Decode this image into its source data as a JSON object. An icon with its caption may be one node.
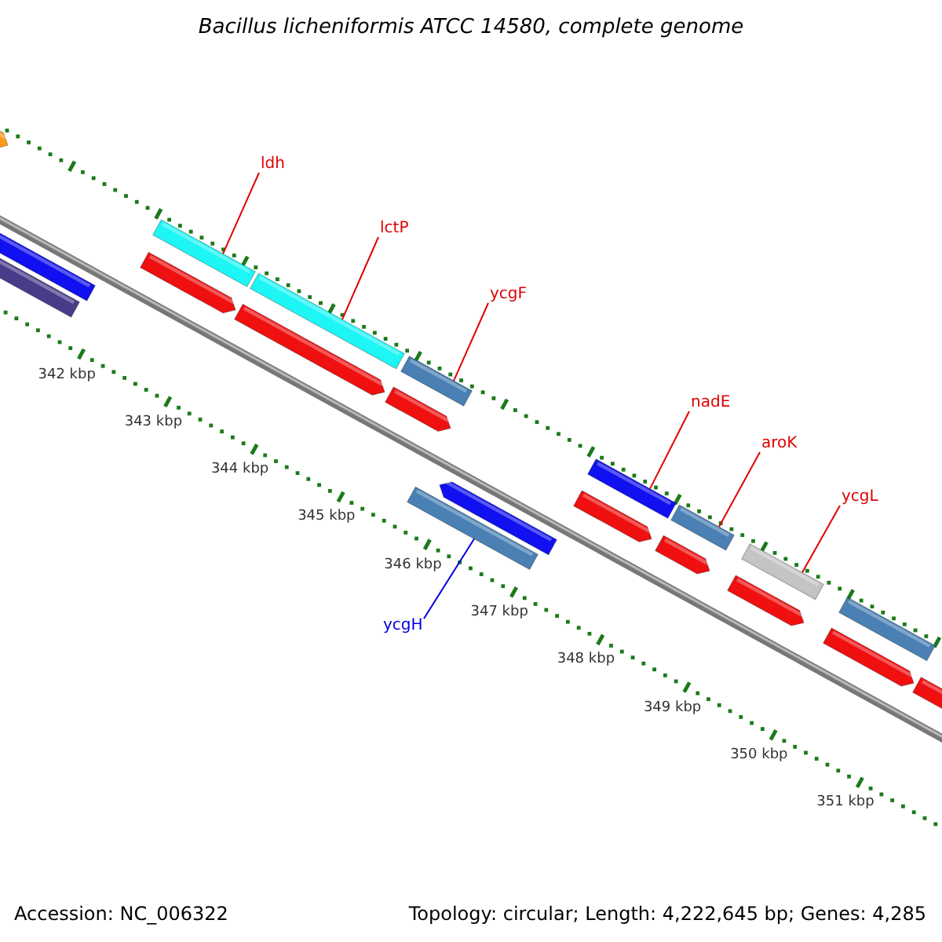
{
  "diagram": {
    "title": "Bacillus licheniformis ATCC 14580, complete genome",
    "nodes": [
      {
        "text": [
          "ldh"
        ]
      },
      {
        "text": [],
        "shape": "bar"
      },
      {
        "text": [
          "lctP"
        ]
      },
      {
        "text": [],
        "shape": "bar"
      },
      {
        "text": [
          "ycgF"
        ]
      },
      {
        "text": [],
        "shape": "bar"
      },
      {
        "text": [
          "nadE"
        ]
      },
      {
        "text": [],
        "shape": "bar"
      },
      {
        "text": [
          "aroK"
        ]
      },
      {
        "text": [],
        "shape": "bar"
      },
      {
        "text": [
          "ycgL"
        ]
      },
      {
        "text": [],
        "shape": "bar"
      },
      {
        "text": [
          "ycgH"
        ]
      },
      {
        "text": [],
        "shape": "bar"
      }
    ],
    "edges": [
      {
        "from": 0,
        "to": 1,
        "arrow": "none"
      },
      {
        "from": 2,
        "to": 3,
        "arrow": "none"
      },
      {
        "from": 4,
        "to": 5,
        "arrow": "none"
      },
      {
        "from": 6,
        "to": 7,
        "arrow": "none"
      },
      {
        "from": 8,
        "to": 9,
        "arrow": "none"
      },
      {
        "from": 10,
        "to": 11,
        "arrow": "none"
      },
      {
        "from": 12,
        "to": 13,
        "arrow": "none",
        "color": "#0000e0"
      }
    ],
    "labels": [
      "342 kbp",
      "343 kbp",
      "344 kbp",
      "345 kbp",
      "346 kbp",
      "347 kbp",
      "348 kbp",
      "349 kbp",
      "350 kbp",
      "351 kbp",
      "Accession: NC_006322",
      "Topology: circular; Length: 4,222,645 bp; Genes: 4,285"
    ]
  }
}
